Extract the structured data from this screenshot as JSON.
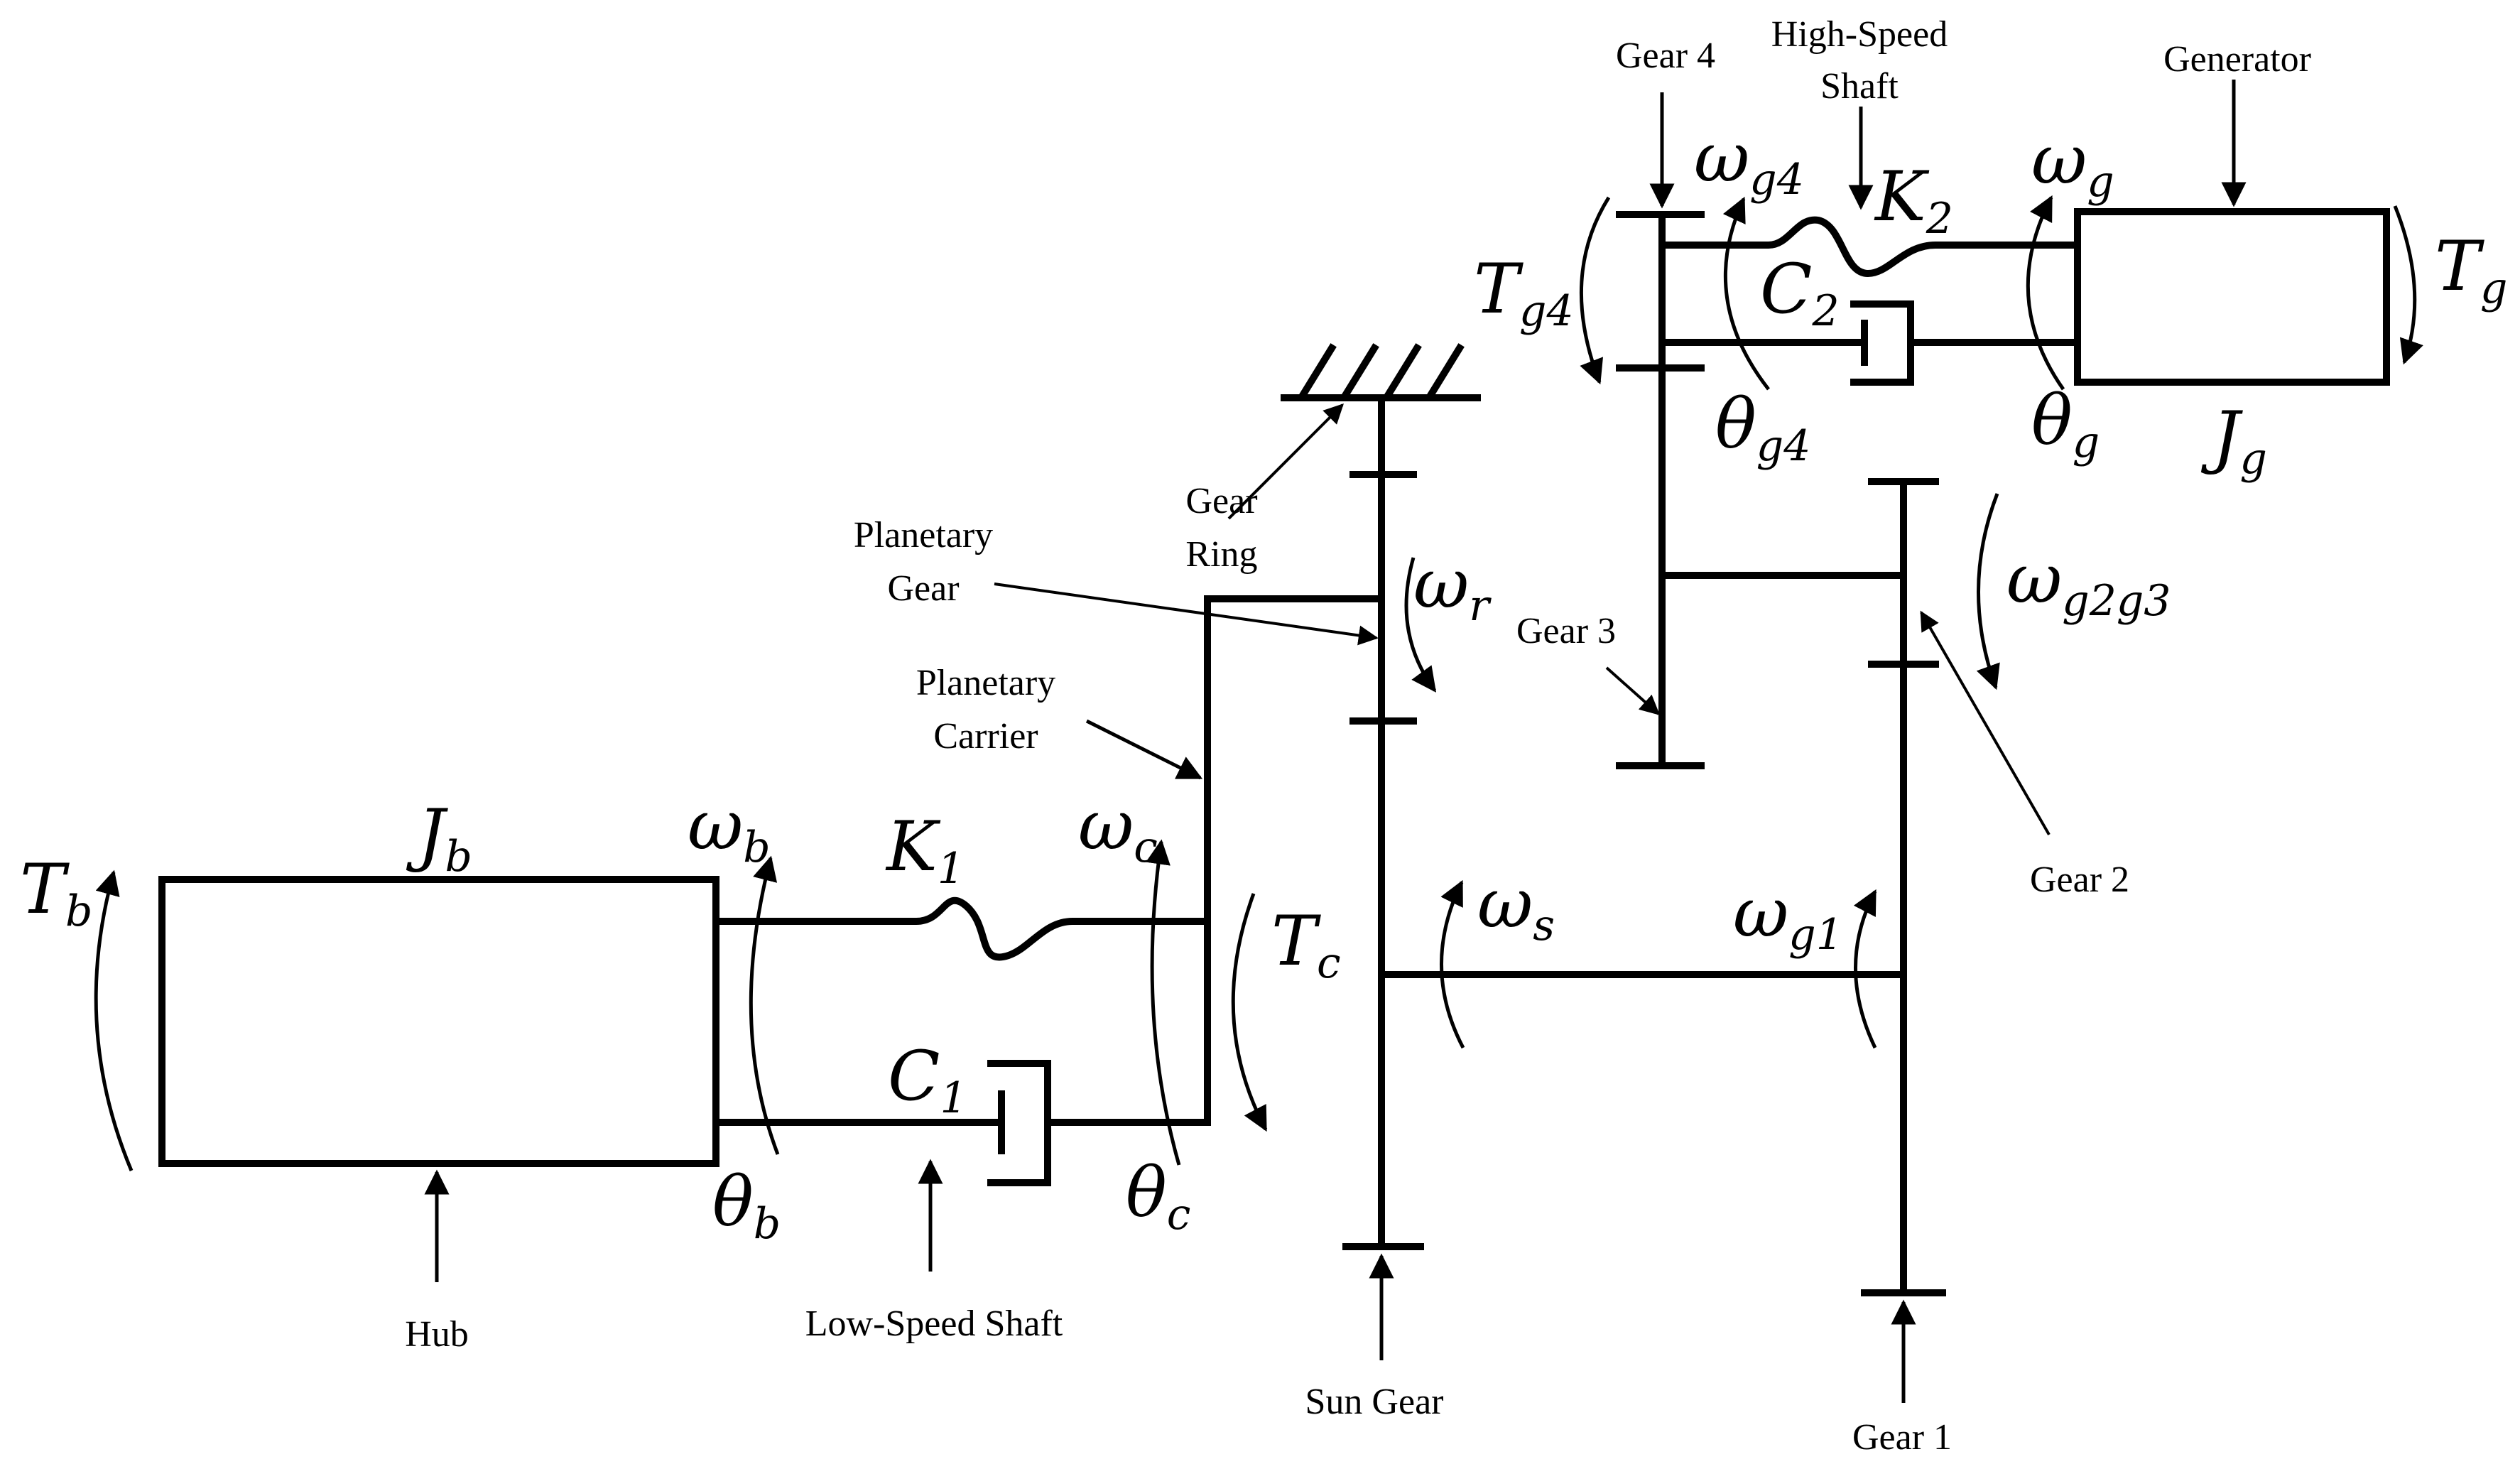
{
  "labels": {
    "hub": "Hub",
    "low_speed_shaft": "Low-Speed Shaft",
    "sun_gear": "Sun Gear",
    "gear_1": "Gear 1",
    "gear_2": "Gear 2",
    "gear_3": "Gear 3",
    "gear_4": "Gear 4",
    "gear_ring_line1": "Gear",
    "gear_ring_line2": "Ring",
    "planetary_gear_line1": "Planetary",
    "planetary_gear_line2": "Gear",
    "planetary_carrier_line1": "Planetary",
    "planetary_carrier_line2": "Carrier",
    "high_speed_shaft_line1": "High-Speed",
    "high_speed_shaft_line2": "Shaft",
    "generator": "Generator"
  },
  "symbols": {
    "Jb": {
      "main": "J",
      "sub": "b"
    },
    "Tb": {
      "main": "T",
      "sub": "b"
    },
    "omega_b": {
      "main": "ω",
      "sub": "b"
    },
    "theta_b": {
      "main": "θ",
      "sub": "b"
    },
    "K1": {
      "main": "K",
      "sub": "1"
    },
    "C1": {
      "main": "C",
      "sub": "1"
    },
    "omega_c": {
      "main": "ω",
      "sub": "c"
    },
    "theta_c": {
      "main": "θ",
      "sub": "c"
    },
    "Tc": {
      "main": "T",
      "sub": "c"
    },
    "omega_r": {
      "main": "ω",
      "sub": "r"
    },
    "omega_s": {
      "main": "ω",
      "sub": "s"
    },
    "omega_g1": {
      "main": "ω",
      "sub": "g1"
    },
    "omega_g2g3": {
      "main": "ω",
      "sub": "g2g3"
    },
    "Tg4": {
      "main": "T",
      "sub": "g4"
    },
    "omega_g4": {
      "main": "ω",
      "sub": "g4"
    },
    "theta_g4": {
      "main": "θ",
      "sub": "g4"
    },
    "K2": {
      "main": "K",
      "sub": "2"
    },
    "C2": {
      "main": "C",
      "sub": "2"
    },
    "omega_g": {
      "main": "ω",
      "sub": "g"
    },
    "theta_g": {
      "main": "θ",
      "sub": "g"
    },
    "Jg": {
      "main": "J",
      "sub": "g"
    },
    "Tg": {
      "main": "T",
      "sub": "g"
    }
  }
}
